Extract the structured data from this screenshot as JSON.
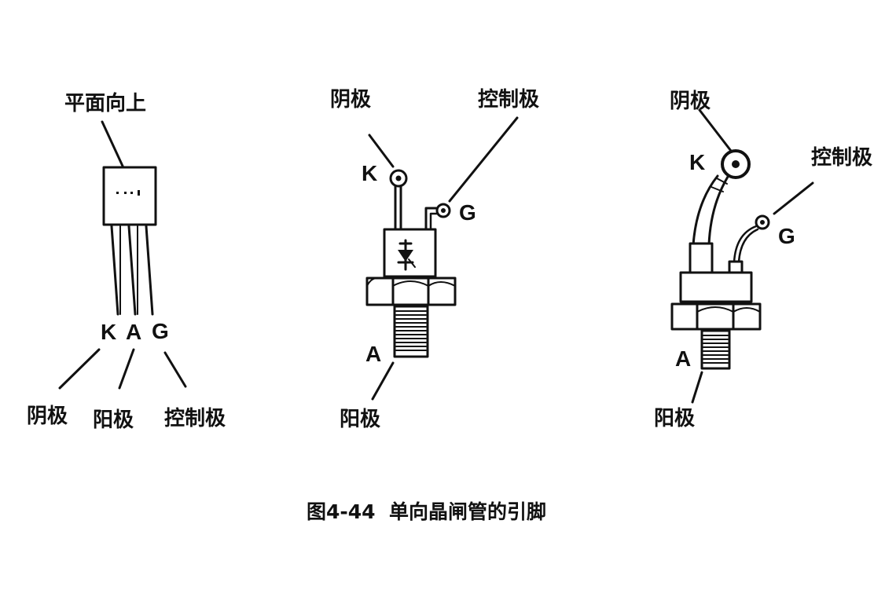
{
  "caption": "图4-44  单向晶闸管的引脚",
  "device1": {
    "orientation_label": "平面向上",
    "pin_letters": [
      "K",
      "A",
      "G"
    ],
    "pin_names": [
      "阴极",
      "阳极",
      "控制极"
    ]
  },
  "device2": {
    "cathode_name": "阴极",
    "cathode_letter": "K",
    "gate_name": "控制极",
    "gate_letter": "G",
    "anode_letter": "A",
    "anode_name": "阳极"
  },
  "device3": {
    "cathode_name": "阴极",
    "cathode_letter": "K",
    "gate_name": "控制极",
    "gate_letter": "G",
    "anode_letter": "A",
    "anode_name": "阳极"
  }
}
